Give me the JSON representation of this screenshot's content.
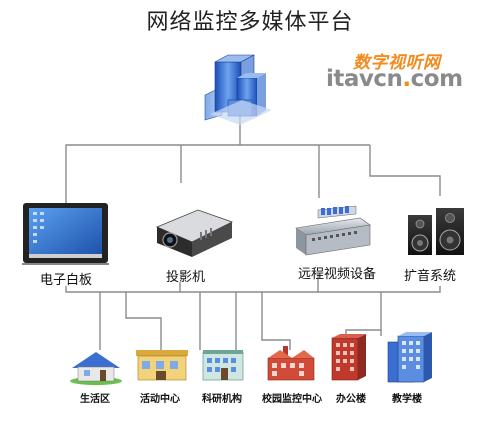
{
  "title": "网络监控多媒体平台",
  "watermark": {
    "cn": "数字视听网",
    "en_prefix": "itavcn",
    "en_dot": ".",
    "en_suffix": "com"
  },
  "devices": [
    {
      "id": "whiteboard",
      "label": "电子白板",
      "icon": "whiteboard-icon"
    },
    {
      "id": "projector",
      "label": "投影机",
      "icon": "projector-icon"
    },
    {
      "id": "remote_video",
      "label": "远程视频设备",
      "icon": "video-rack-icon"
    },
    {
      "id": "speakers",
      "label": "扩音系统",
      "icon": "speaker-icon"
    }
  ],
  "buildings": [
    {
      "id": "living",
      "label": "生活区",
      "icon": "house-icon"
    },
    {
      "id": "activity",
      "label": "活动中心",
      "icon": "activity-center-icon"
    },
    {
      "id": "research",
      "label": "科研机构",
      "icon": "research-building-icon"
    },
    {
      "id": "monitor",
      "label": "校园监控中心",
      "icon": "factory-icon"
    },
    {
      "id": "office",
      "label": "办公楼",
      "icon": "office-tower-icon"
    },
    {
      "id": "teaching",
      "label": "教学楼",
      "icon": "teaching-tower-icon"
    }
  ],
  "colors": {
    "line": "#8c8c8c",
    "building_blue": "#3a6fd1",
    "brick": "#c0392b",
    "watermark_orange": "#f28a1e"
  }
}
